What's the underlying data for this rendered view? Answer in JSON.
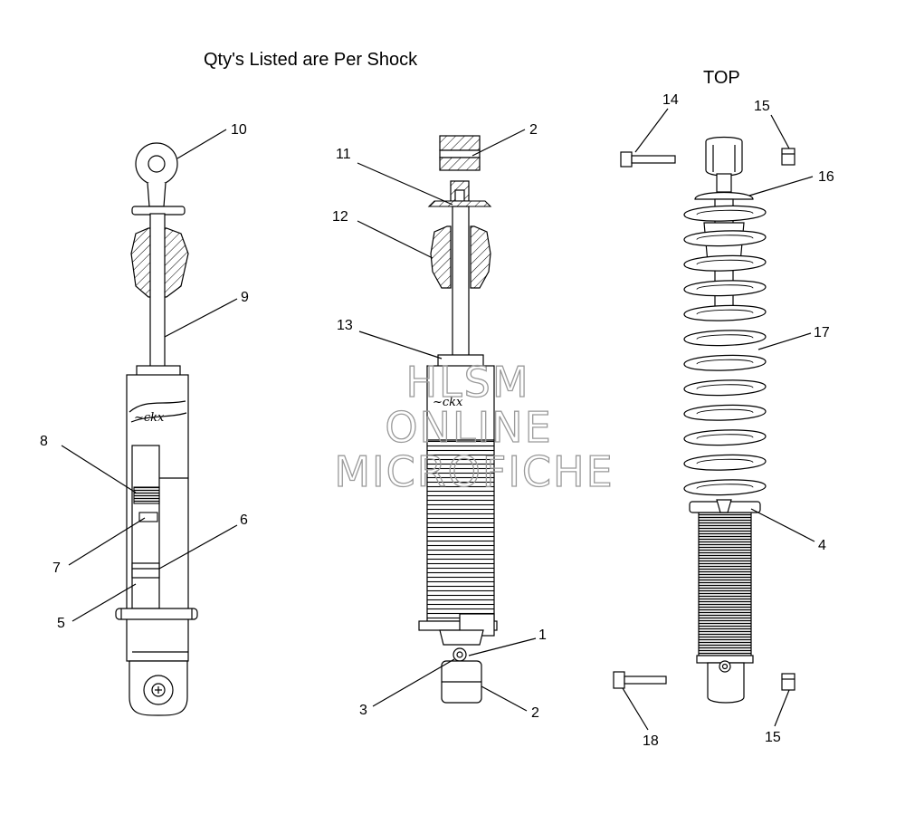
{
  "header": {
    "qty_note": "Qty's Listed are Per Shock",
    "top_label": "TOP"
  },
  "watermark": {
    "line1": "HLSM",
    "line2": "ONLINE",
    "line3": "MICROFICHE"
  },
  "callouts": {
    "c10": "10",
    "c9": "9",
    "c8": "8",
    "c7": "7",
    "c6": "6",
    "c5": "5",
    "c11": "11",
    "c2_top": "2",
    "c12": "12",
    "c13": "13",
    "c1": "1",
    "c3": "3",
    "c2_bottom": "2",
    "c14": "14",
    "c15_top": "15",
    "c16": "16",
    "c17": "17",
    "c4": "4",
    "c18": "18",
    "c15_bottom": "15"
  }
}
